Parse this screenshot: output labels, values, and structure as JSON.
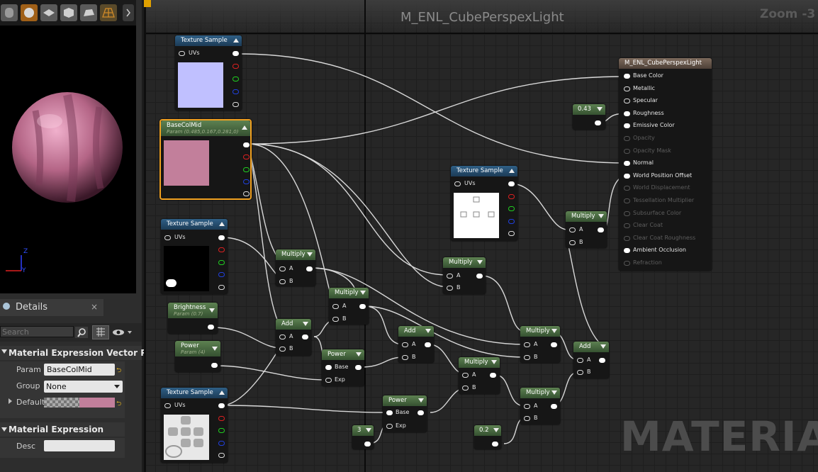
{
  "graph": {
    "title": "M_ENL_CubePerspexLight",
    "zoom": "Zoom -3",
    "watermark": "MATERIAL"
  },
  "details": {
    "tab_label": "Details",
    "search_placeholder": "Search",
    "section1": "Material Expression Vector P",
    "param_label": "Param",
    "param_value": "BaseColMid",
    "group_label": "Group",
    "group_value": "None",
    "default_label": "Default",
    "section2": "Material Expression",
    "desc_label": "Desc"
  },
  "viewport": {
    "axis_z": "Z",
    "axis_y": "Y"
  },
  "colors": {
    "param_swatch": "#c27f9b",
    "tex_preview": "#c0c0ff",
    "selected_border": "#f0a020"
  },
  "nodes": {
    "tex1": {
      "title": "Texture Sample",
      "uvs": "UVs"
    },
    "basecol": {
      "title": "BaseColMid",
      "sub": "Param (0.485,0.167,0.281,0)"
    },
    "tex2": {
      "title": "Texture Sample",
      "uvs": "UVs"
    },
    "brightness": {
      "title": "Brightness",
      "sub": "Param (0.7)"
    },
    "power_p": {
      "title": "Power",
      "sub": "Param (4)"
    },
    "tex3": {
      "title": "Texture Sample",
      "uvs": "UVs"
    },
    "tex4": {
      "title": "Texture Sample",
      "uvs": "UVs"
    },
    "mul1": {
      "title": "Multiply",
      "a": "A",
      "b": "B"
    },
    "add1": {
      "title": "Add",
      "a": "A",
      "b": "B"
    },
    "mul2": {
      "title": "Multiply",
      "a": "A",
      "b": "B"
    },
    "power1": {
      "title": "Power",
      "base": "Base",
      "exp": "Exp"
    },
    "add2": {
      "title": "Add",
      "a": "A",
      "b": "B"
    },
    "mul3": {
      "title": "Multiply",
      "a": "A",
      "b": "B"
    },
    "power2": {
      "title": "Power",
      "base": "Base",
      "exp": "Exp"
    },
    "const3": {
      "title": "3"
    },
    "mul4": {
      "title": "Multiply",
      "a": "A",
      "b": "B"
    },
    "mul5": {
      "title": "Multiply",
      "a": "A",
      "b": "B"
    },
    "mul6": {
      "title": "Multiply",
      "a": "A",
      "b": "B"
    },
    "const02": {
      "title": "0.2"
    },
    "add3": {
      "title": "Add",
      "a": "A",
      "b": "B"
    },
    "mul7": {
      "title": "Multiply",
      "a": "A",
      "b": "B"
    },
    "const043": {
      "title": "0.43"
    }
  },
  "result": {
    "title": "M_ENL_CubePerspexLight",
    "inputs": [
      {
        "label": "Base Color",
        "active": true
      },
      {
        "label": "Metallic",
        "active": true
      },
      {
        "label": "Specular",
        "active": true
      },
      {
        "label": "Roughness",
        "active": true
      },
      {
        "label": "Emissive Color",
        "active": true
      },
      {
        "label": "Opacity",
        "active": false
      },
      {
        "label": "Opacity Mask",
        "active": false
      },
      {
        "label": "Normal",
        "active": true
      },
      {
        "label": "World Position Offset",
        "active": true
      },
      {
        "label": "World Displacement",
        "active": false
      },
      {
        "label": "Tessellation Multiplier",
        "active": false
      },
      {
        "label": "Subsurface Color",
        "active": false
      },
      {
        "label": "Clear Coat",
        "active": false
      },
      {
        "label": "Clear Coat Roughness",
        "active": false
      },
      {
        "label": "Ambient Occlusion",
        "active": true
      },
      {
        "label": "Refraction",
        "active": false
      }
    ]
  }
}
